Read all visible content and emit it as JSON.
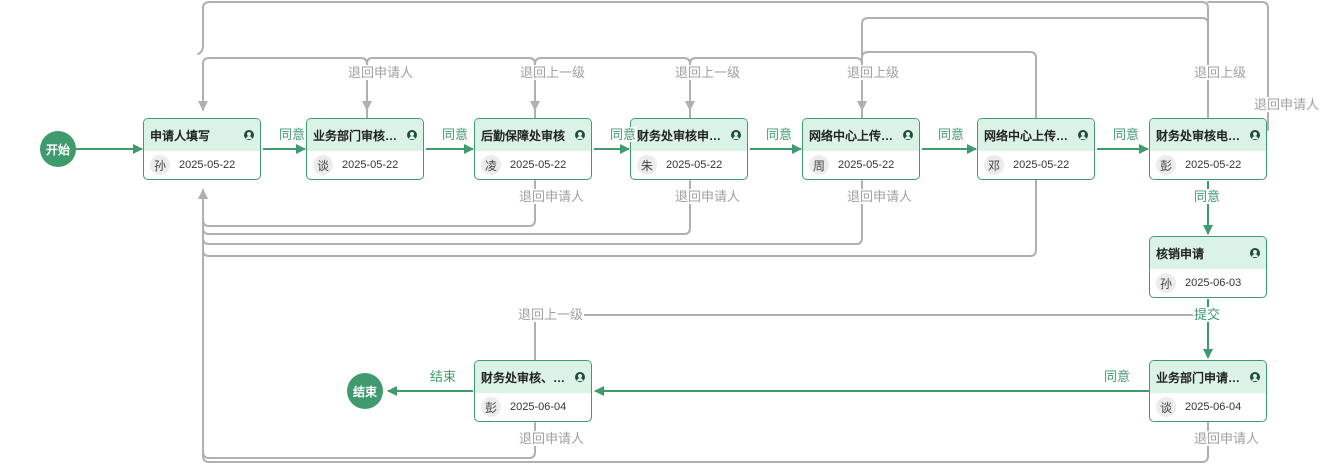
{
  "colors": {
    "accent": "#3f9a6e",
    "node_header": "#dbf3e6",
    "return_line": "#b0b0b0"
  },
  "start": {
    "label": "开始"
  },
  "end": {
    "label": "结束"
  },
  "nodes": [
    {
      "id": "n1",
      "title": "申请人填写",
      "person": "孙",
      "date": "2025-05-22"
    },
    {
      "id": "n2",
      "title": "业务部门审核…",
      "person": "谈",
      "date": "2025-05-22"
    },
    {
      "id": "n3",
      "title": "后勤保障处审核",
      "person": "凌",
      "date": "2025-05-22"
    },
    {
      "id": "n4",
      "title": "财务处审核申…",
      "person": "朱",
      "date": "2025-05-22"
    },
    {
      "id": "n5",
      "title": "网络中心上传…",
      "person": "周",
      "date": "2025-05-22"
    },
    {
      "id": "n6",
      "title": "网络中心上传…",
      "person": "邓",
      "date": "2025-05-22"
    },
    {
      "id": "n7",
      "title": "财务处审核电…",
      "person": "彭",
      "date": "2025-05-22"
    },
    {
      "id": "n8",
      "title": "核销申请",
      "person": "孙",
      "date": "2025-06-03"
    },
    {
      "id": "n9",
      "title": "业务部门申请…",
      "person": "谈",
      "date": "2025-06-04"
    },
    {
      "id": "n10",
      "title": "财务处审核、…",
      "person": "彭",
      "date": "2025-06-04"
    }
  ],
  "edge_labels": [
    {
      "text": "同意",
      "kind": "green"
    },
    {
      "text": "同意",
      "kind": "green"
    },
    {
      "text": "同意",
      "kind": "green"
    },
    {
      "text": "同意",
      "kind": "green"
    },
    {
      "text": "同意",
      "kind": "green"
    },
    {
      "text": "同意",
      "kind": "green"
    },
    {
      "text": "同意",
      "kind": "green"
    },
    {
      "text": "提交",
      "kind": "green"
    },
    {
      "text": "同意",
      "kind": "green"
    },
    {
      "text": "结束",
      "kind": "green"
    },
    {
      "text": "退回申请人",
      "kind": "gray"
    },
    {
      "text": "退回上一级",
      "kind": "gray"
    },
    {
      "text": "退回上一级",
      "kind": "gray"
    },
    {
      "text": "退回上级",
      "kind": "gray"
    },
    {
      "text": "退回上级",
      "kind": "gray"
    },
    {
      "text": "退回申请人",
      "kind": "gray"
    },
    {
      "text": "退回申请人",
      "kind": "gray"
    },
    {
      "text": "退回申请人",
      "kind": "gray"
    },
    {
      "text": "退回申请人",
      "kind": "gray"
    },
    {
      "text": "退回上一级",
      "kind": "gray"
    },
    {
      "text": "退回申请人",
      "kind": "gray"
    },
    {
      "text": "退回申请人",
      "kind": "gray"
    }
  ]
}
